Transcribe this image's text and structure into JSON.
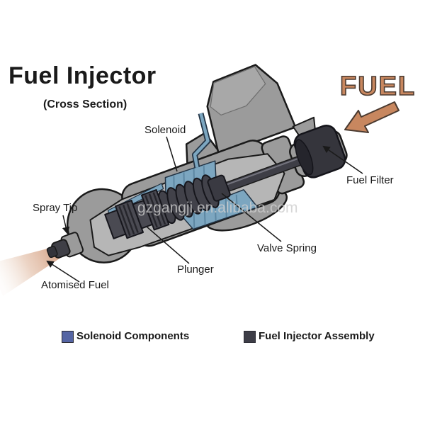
{
  "title": "Fuel Injector",
  "subtitle": "(Cross Section)",
  "fuel_flow_label": "FUEL",
  "watermark": "gzgangji.en.alibaba.com",
  "part_labels": {
    "solenoid": "Solenoid",
    "fuel_filter": "Fuel Filter",
    "spray_tip": "Spray Tip",
    "valve_spring": "Valve Spring",
    "plunger": "Plunger",
    "atomised_fuel": "Atomised Fuel"
  },
  "legend": {
    "items": [
      {
        "label": "Solenoid Components",
        "color": "#5565a4"
      },
      {
        "label": "Fuel Injector Assembly",
        "color": "#3d3d47"
      }
    ]
  },
  "colors": {
    "background": "#ffffff",
    "body_gray": "#9b9b9b",
    "cut_face_gray": "#b6b6b6",
    "solenoid_blue": "#7ca6c0",
    "assembly_dark": "#3d3d47",
    "outline_black": "#1a1a1a",
    "fuel_accent_tan": "#c8875f",
    "spray_tan": "#cf9271"
  }
}
